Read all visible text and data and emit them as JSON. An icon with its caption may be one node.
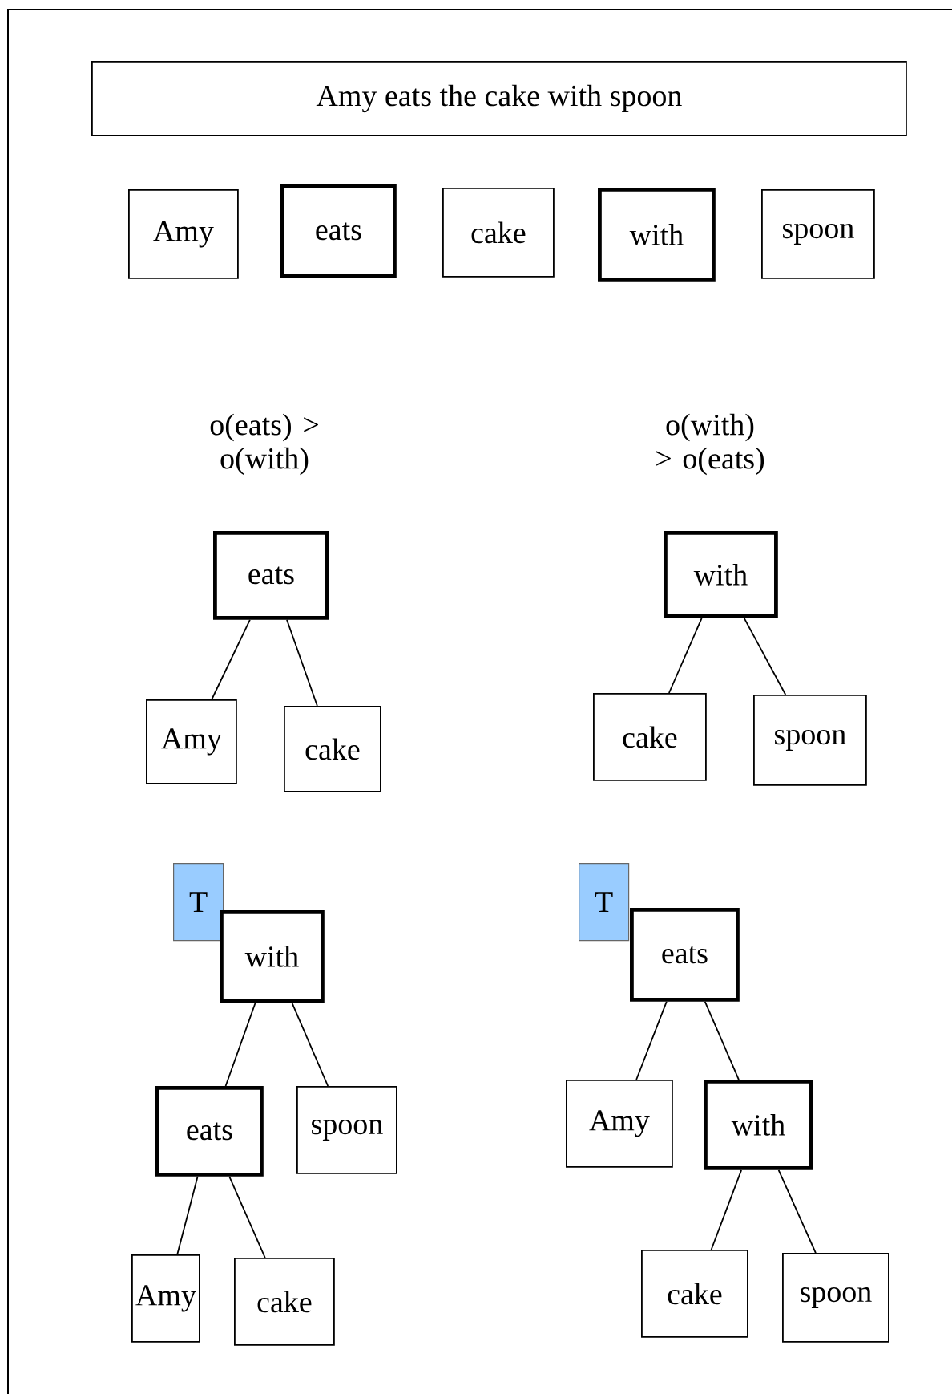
{
  "diagram": {
    "nodes": [
      {
        "text": [
          "Amy eats the cake with spoon"
        ]
      },
      {
        "text": [
          "Amy"
        ]
      },
      {
        "text": [
          "eats"
        ]
      },
      {
        "text": [
          "cake"
        ]
      },
      {
        "text": [
          "with"
        ]
      },
      {
        "text": [
          "spoon"
        ]
      },
      {
        "text": [
          "eats"
        ]
      },
      {
        "text": [
          "Amy"
        ]
      },
      {
        "text": [
          "cake"
        ]
      },
      {
        "text": [
          "with"
        ]
      },
      {
        "text": [
          "cake"
        ]
      },
      {
        "text": [
          "spoon"
        ]
      },
      {
        "text": [
          "T"
        ]
      },
      {
        "text": [
          "with"
        ]
      },
      {
        "text": [
          "T"
        ]
      },
      {
        "text": [
          "eats"
        ]
      },
      {
        "text": [
          "eats"
        ]
      },
      {
        "text": [
          "spoon"
        ]
      },
      {
        "text": [
          "Amy"
        ]
      },
      {
        "text": [
          "with"
        ]
      },
      {
        "text": [
          "Amy"
        ]
      },
      {
        "text": [
          "cake"
        ]
      },
      {
        "text": [
          "cake"
        ]
      },
      {
        "text": [
          "spoon"
        ]
      }
    ],
    "edges": [
      {
        "from": 6,
        "to": 7,
        "arrow": "none"
      },
      {
        "from": 6,
        "to": 8,
        "arrow": "none"
      },
      {
        "from": 9,
        "to": 10,
        "arrow": "none"
      },
      {
        "from": 9,
        "to": 11,
        "arrow": "none"
      },
      {
        "from": 13,
        "to": 16,
        "arrow": "none"
      },
      {
        "from": 13,
        "to": 17,
        "arrow": "none"
      },
      {
        "from": 15,
        "to": 18,
        "arrow": "none"
      },
      {
        "from": 15,
        "to": 19,
        "arrow": "none"
      },
      {
        "from": 16,
        "to": 20,
        "arrow": "none"
      },
      {
        "from": 16,
        "to": 21,
        "arrow": "none"
      },
      {
        "from": 19,
        "to": 22,
        "arrow": "none"
      },
      {
        "from": 19,
        "to": 23,
        "arrow": "none"
      }
    ],
    "labels": [
      "o(eats) > o(with)",
      "o(with) > o(eats)"
    ]
  }
}
